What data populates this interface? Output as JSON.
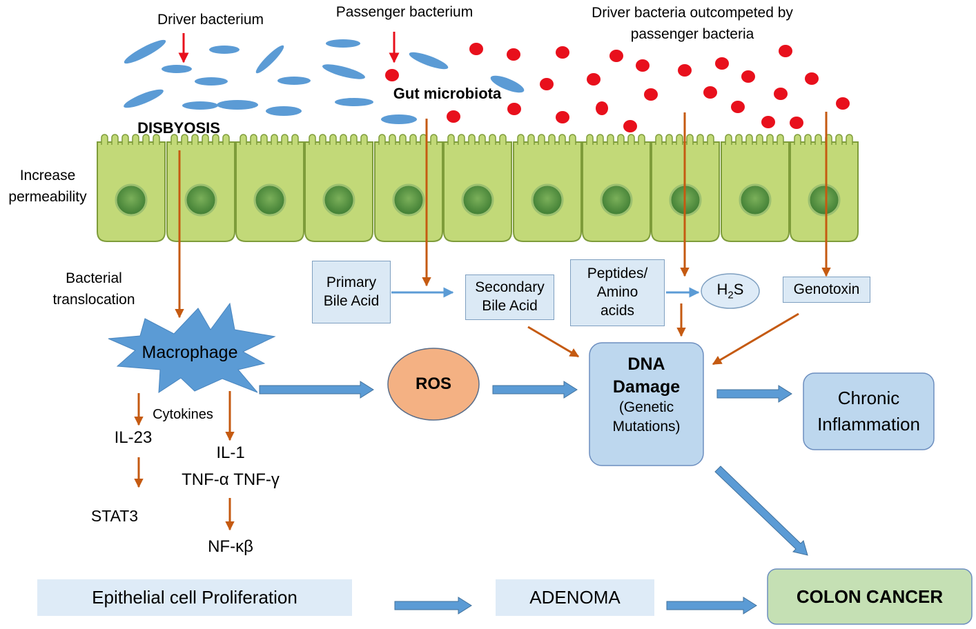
{
  "labels": {
    "driver_bacterium": "Driver bacterium",
    "passenger_bacterium": "Passenger bacterium",
    "outcompeted_line1": "Driver bacteria outcompeted by",
    "outcompeted_line2": "passenger bacteria",
    "gut_microbiota": "Gut microbiota",
    "disbyosis": "DISBYOSIS",
    "increase_line1": "Increase",
    "increase_line2": "permeability",
    "translocation_line1": "Bacterial",
    "translocation_line2": "translocation",
    "macrophage": "Macrophage",
    "cytokines": "Cytokines",
    "il23": "IL-23",
    "stat3": "STAT3",
    "il1": "IL-1",
    "tnf": "TNF-α TNF-γ",
    "nfkb": "NF-κβ"
  },
  "nodes": {
    "primary_bile_line1": "Primary",
    "primary_bile_line2": "Bile Acid",
    "secondary_bile_line1": "Secondary",
    "secondary_bile_line2": "Bile Acid",
    "peptides_line1": "Peptides/",
    "peptides_line2": "Amino",
    "peptides_line3": "acids",
    "h2s_main": "H",
    "h2s_sub": "2",
    "h2s_tail": "S",
    "genotoxin": "Genotoxin",
    "ros": "ROS",
    "dna_line1": "DNA",
    "dna_line2": "Damage",
    "dna_line3": "(Genetic",
    "dna_line4": "Mutations)",
    "chronic_line1": "Chronic",
    "chronic_line2": "Inflammation",
    "proliferation": "Epithelial cell Proliferation",
    "adenoma": "ADENOMA",
    "colon_cancer": "COLON CANCER"
  },
  "colors": {
    "cell_fill": "#c2d978",
    "cell_border": "#7e9c3a",
    "nucleus": "#4b8c3a",
    "driver_bacteria": "#5b9bd5",
    "passenger_bacteria": "#e8101c",
    "pointer_arrow": "#e8101c",
    "pathway_arrow": "#c55a11",
    "block_arrow": "#5b9bd5",
    "macrophage": "#5b9bd5",
    "ros_fill": "#f4b183",
    "process_fill": "#bdd7ee",
    "cancer_fill": "#c5e0b4"
  }
}
